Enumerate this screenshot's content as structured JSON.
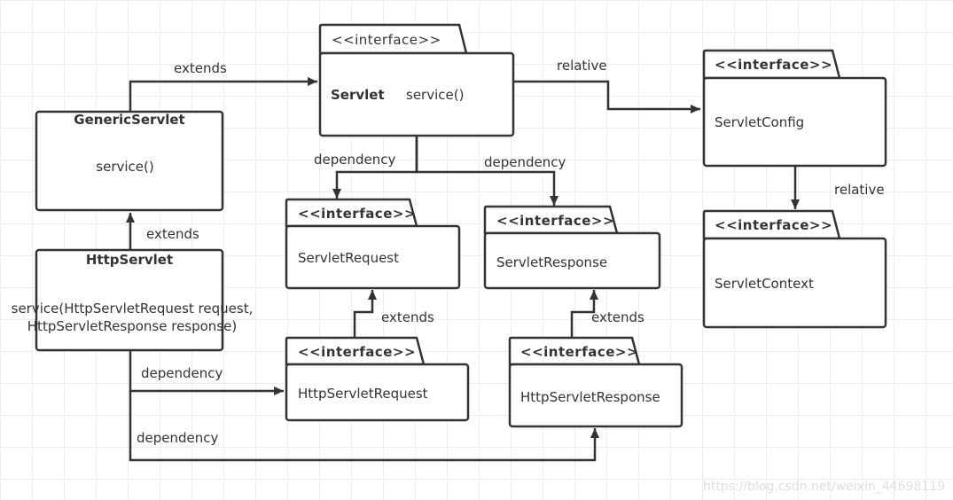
{
  "nodes": {
    "servlet": {
      "stereotype": "<<interface>>",
      "name": "Servlet",
      "method": "service()"
    },
    "generic_servlet": {
      "name": "GenericServlet",
      "method": "service()"
    },
    "http_servlet": {
      "name": "HttpServlet",
      "method_line1": "service(HttpServletRequest request,",
      "method_line2": "HttpServletResponse response)"
    },
    "servlet_config": {
      "stereotype": "<<interface>>",
      "name": "ServletConfig"
    },
    "servlet_context": {
      "stereotype": "<<interface>>",
      "name": "ServletContext"
    },
    "servlet_request": {
      "stereotype": "<<interface>>",
      "name": "ServletRequest"
    },
    "servlet_response": {
      "stereotype": "<<interface>>",
      "name": "ServletResponse"
    },
    "http_servlet_request": {
      "stereotype": "<<interface>>",
      "name": "HttpServletRequest"
    },
    "http_servlet_response": {
      "stereotype": "<<interface>>",
      "name": "HttpServletResponse"
    }
  },
  "edges": {
    "generic_extends_servlet": "extends",
    "servlet_relative_config": "relative",
    "config_relative_context": "relative",
    "servlet_dep_request": "dependency",
    "servlet_dep_response": "dependency",
    "http_extends_generic": "extends",
    "httpreq_extends_req": "extends",
    "httpresp_extends_resp": "extends",
    "http_dep_httpreq": "dependency",
    "http_dep_httpresp": "dependency"
  },
  "watermark": "https://blog.csdn.net/weixin_44698119",
  "colors": {
    "line": "#333333",
    "fill": "#ffffff",
    "grid": "#eeeeee"
  }
}
